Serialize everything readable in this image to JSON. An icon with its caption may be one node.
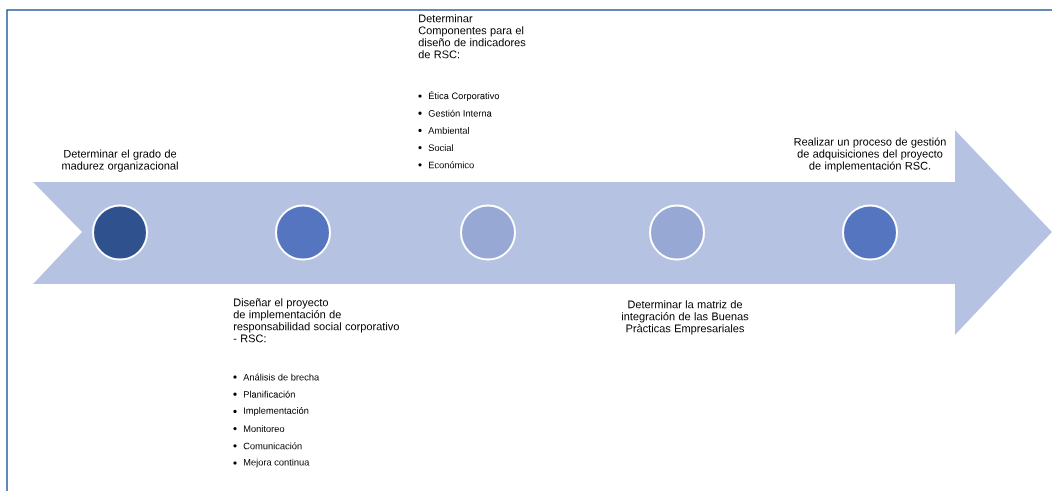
{
  "diagram": {
    "nodes": [
      {
        "text": [],
        "shape": "arrow"
      },
      {
        "text": [],
        "shape": "circle",
        "in": 0,
        "beside": [
          "Determinar el grado de madurez organizacional"
        ]
      },
      {
        "text": [],
        "shape": "circle",
        "in": 0,
        "beside": [
          "Diseñar el proyecto de implementación de responsabilidad social corporativo - RSC:",
          "Análisis de brecha",
          "Planificación",
          "Implementación",
          "Monitoreo",
          "Comunicación",
          "Mejora continua"
        ]
      },
      {
        "text": [],
        "shape": "circle",
        "in": 0,
        "beside": [
          "Determinar Componentes para el diseño de indicadores de RSC:",
          "Ética Corporativo",
          "Gestión Interna",
          "Ambiental",
          "Social",
          "Económico"
        ]
      },
      {
        "text": [],
        "shape": "circle",
        "in": 0,
        "beside": [
          "Determinar la matriz de integración de las Buenas Pràcticas Empresariales"
        ]
      },
      {
        "text": [],
        "shape": "circle",
        "in": 0,
        "beside": [
          "Realizar un proceso de gestión de adquisiciones del proyecto de implementación RSC."
        ]
      }
    ]
  }
}
